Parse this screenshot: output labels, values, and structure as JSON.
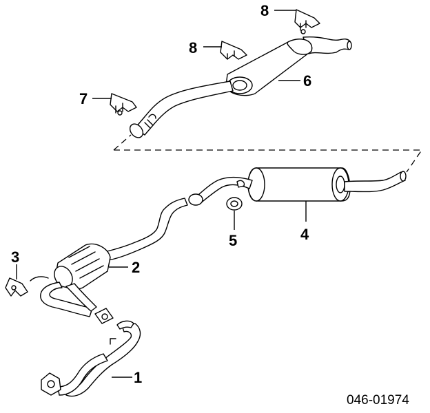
{
  "diagram_id": "046-01974",
  "callouts": {
    "c1": "1",
    "c2": "2",
    "c3": "3",
    "c4": "4",
    "c5": "5",
    "c6": "6",
    "c7": "7",
    "c8a": "8",
    "c8b": "8"
  }
}
